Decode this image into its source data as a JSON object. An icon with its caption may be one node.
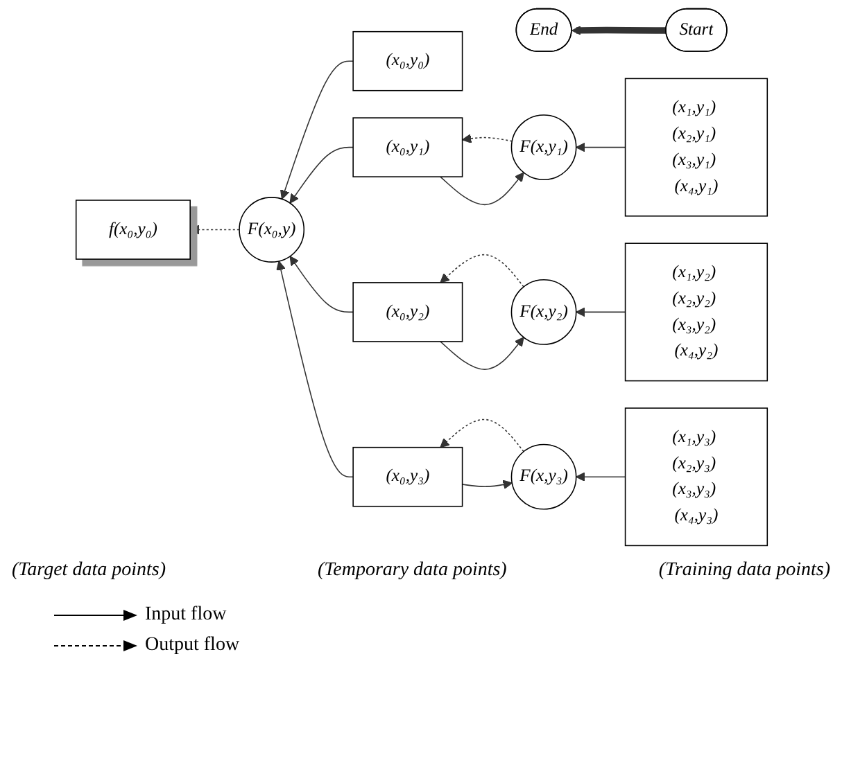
{
  "diagram": {
    "nodes": [
      {
        "text": [
          "End"
        ]
      },
      {
        "text": [
          "Start"
        ]
      },
      {
        "text": [
          "(x₀,y₀)"
        ]
      },
      {
        "text": [
          "F(x₀,y)"
        ]
      },
      {
        "text": [
          "f(x₀,y₀)"
        ]
      },
      {
        "text": [
          "(x₀,y₁)"
        ]
      },
      {
        "text": [
          "(x₀,y₂)"
        ]
      },
      {
        "text": [
          "(x₀,y₃)"
        ]
      },
      {
        "text": [
          "F(x,y₁)"
        ]
      },
      {
        "text": [
          "F(x,y₂)"
        ]
      },
      {
        "text": [
          "F(x,y₃)"
        ]
      },
      {
        "text": [
          "(x₁,y₁) (x₂,y₁) (x₃,y₁) (x₄,y₁)"
        ]
      },
      {
        "text": [
          "(x₁,y₂) (x₂,y₂) (x₃,y₂) (x₄,y₂)"
        ]
      },
      {
        "text": [
          "(x₁,y₃) (x₂,y₃) (x₃,y₃) (x₄,y₃)"
        ]
      }
    ],
    "edges": [
      {
        "from": 1,
        "to": 0,
        "arrow": "to",
        "style": "thick"
      },
      {
        "from": 2,
        "to": 3,
        "arrow": "to"
      },
      {
        "from": 3,
        "to": 4,
        "arrow": "to",
        "style": "dashed"
      },
      {
        "from": 5,
        "to": 3,
        "arrow": "to"
      },
      {
        "from": 6,
        "to": 3,
        "arrow": "to"
      },
      {
        "from": 7,
        "to": 3,
        "arrow": "to"
      },
      {
        "from": 5,
        "to": 8,
        "arrow": "to"
      },
      {
        "from": 8,
        "to": 5,
        "arrow": "to",
        "style": "dashed"
      },
      {
        "from": 6,
        "to": 9,
        "arrow": "to"
      },
      {
        "from": 9,
        "to": 6,
        "arrow": "to",
        "style": "dashed"
      },
      {
        "from": 7,
        "to": 10,
        "arrow": "to"
      },
      {
        "from": 10,
        "to": 7,
        "arrow": "to",
        "style": "dashed"
      },
      {
        "from": 11,
        "to": 8,
        "arrow": "to"
      },
      {
        "from": 12,
        "to": 9,
        "arrow": "to"
      },
      {
        "from": 13,
        "to": 10,
        "arrow": "to"
      }
    ],
    "labels": [
      "(Target data points)",
      "(Temporary data points)",
      "(Training data points)"
    ],
    "legend": [
      {
        "text": "Input flow"
      },
      {
        "text": "Output flow"
      }
    ]
  }
}
